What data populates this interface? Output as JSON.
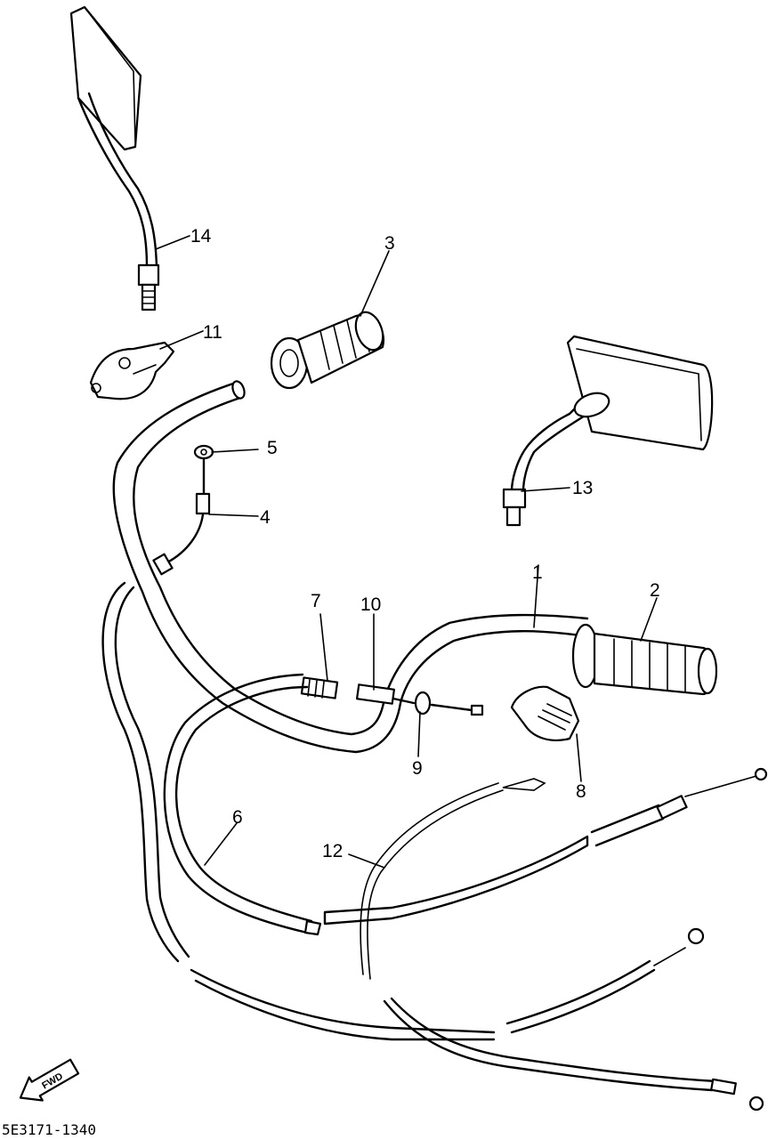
{
  "diagram": {
    "callouts": [
      {
        "id": "1",
        "label": "1"
      },
      {
        "id": "2",
        "label": "2"
      },
      {
        "id": "3",
        "label": "3"
      },
      {
        "id": "4",
        "label": "4"
      },
      {
        "id": "5",
        "label": "5"
      },
      {
        "id": "6",
        "label": "6"
      },
      {
        "id": "7",
        "label": "7"
      },
      {
        "id": "8",
        "label": "8"
      },
      {
        "id": "9",
        "label": "9"
      },
      {
        "id": "10",
        "label": "10"
      },
      {
        "id": "11",
        "label": "11"
      },
      {
        "id": "12",
        "label": "12"
      },
      {
        "id": "13",
        "label": "13"
      },
      {
        "id": "14",
        "label": "14"
      }
    ],
    "direction_badge": "FWD",
    "figure_code": "5E3171-1340"
  }
}
